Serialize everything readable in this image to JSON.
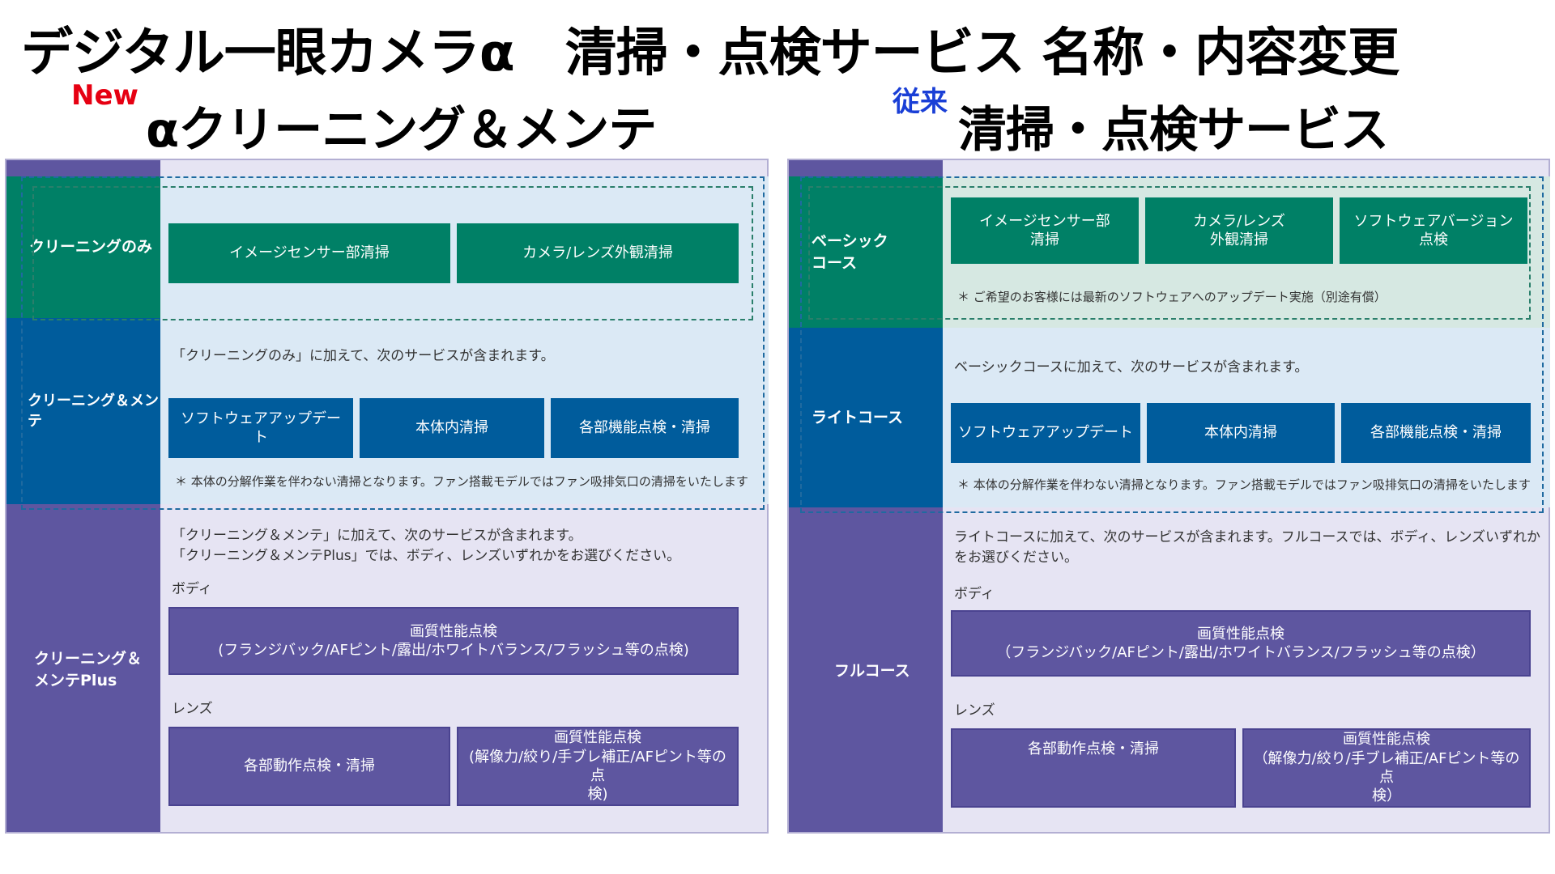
{
  "header": {
    "main_title": "デジタル一眼カメラα　清掃・点検サービス 名称・内容変更",
    "new_tag": "New",
    "new_subtitle": "αクリーニング＆メンテ",
    "old_tag": "従来",
    "old_subtitle": "清掃・点検サービス"
  },
  "new_panel": {
    "cleaning_only": {
      "label": "クリーニングのみ",
      "items": [
        "イメージセンサー部清掃",
        "カメラ/レンズ外観清掃"
      ]
    },
    "cleaning_maint": {
      "label": "クリーニング＆メンテ",
      "intro": "「クリーニングのみ」に加えて、次のサービスが含まれます。",
      "items": [
        "ソフトウェアアップデート",
        "本体内清掃",
        "各部機能点検・清掃"
      ],
      "note": "＊ 本体の分解作業を伴わない清掃となります。ファン搭載モデルではファン吸排気口の清掃をいたします"
    },
    "cleaning_plus": {
      "label_line1": "クリーニング＆",
      "label_line2": "メンテPlus",
      "intro_line1": "「クリーニング＆メンテ」に加えて、次のサービスが含まれます。",
      "intro_line2": "「クリーニング＆メンテPlus」では、ボディ、レンズいずれかをお選びください。",
      "body_label": "ボディ",
      "body_item_line1": "画質性能点検",
      "body_item_line2": "(フランジバック/AFピント/露出/ホワイトバランス/フラッシュ等の点検)",
      "lens_label": "レンズ",
      "lens_item1": "各部動作点検・清掃",
      "lens_item2_line1": "画質性能点検",
      "lens_item2_line2": "(解像力/絞り/手ブレ補正/AFピント等の点",
      "lens_item2_line3": "検)"
    }
  },
  "old_panel": {
    "basic": {
      "label_line1": "ベーシック",
      "label_line2": "コース",
      "item1_line1": "イメージセンサー部",
      "item1_line2": "清掃",
      "item2_line1": "カメラ/レンズ",
      "item2_line2": "外観清掃",
      "item3_line1": "ソフトウェアバージョン",
      "item3_line2": "点検",
      "note": "＊ ご希望のお客様には最新のソフトウェアへのアップデート実施（別途有償）"
    },
    "light": {
      "label": "ライトコース",
      "intro": "ベーシックコースに加えて、次のサービスが含まれます。",
      "items": [
        "ソフトウェアアップデート",
        "本体内清掃",
        "各部機能点検・清掃"
      ],
      "note": "＊ 本体の分解作業を伴わない清掃となります。ファン搭載モデルではファン吸排気口の清掃をいたします"
    },
    "full": {
      "label": "フルコース",
      "intro_line1": "ライトコースに加えて、次のサービスが含まれます。フルコースでは、ボディ、レンズいずれか",
      "intro_line2": "をお選びください。",
      "body_label": "ボディ",
      "body_item_line1": "画質性能点検",
      "body_item_line2": "（フランジバック/AFピント/露出/ホワイトバランス/フラッシュ等の点検）",
      "lens_label": "レンズ",
      "lens_item1": "各部動作点検・清掃",
      "lens_item2_line1": "画質性能点検",
      "lens_item2_line2": "（解像力/絞り/手ブレ補正/AFピント等の点",
      "lens_item2_line3": "検）"
    }
  }
}
